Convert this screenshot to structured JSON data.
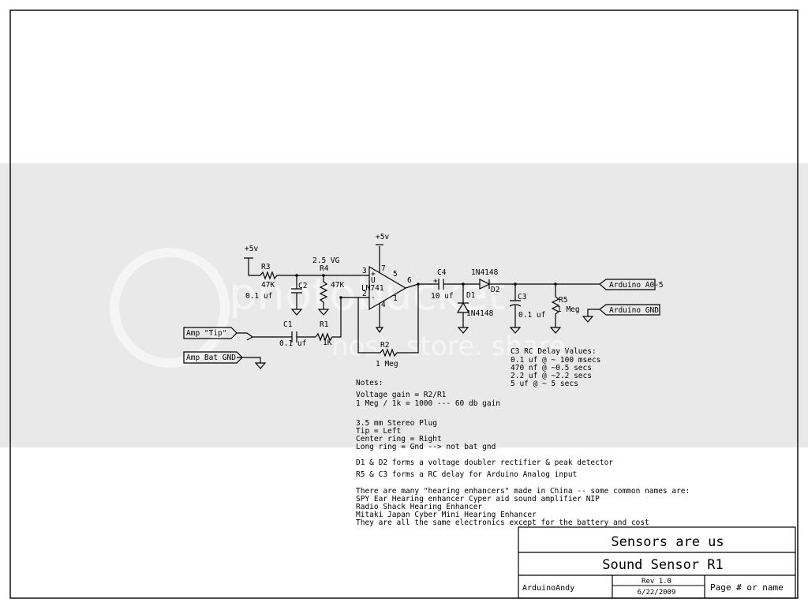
{
  "watermark": {
    "main": "photobucket",
    "sub": "host. store. share."
  },
  "schematic": {
    "vcc_left": "+5v",
    "r3": {
      "ref": "R3",
      "value": "47K"
    },
    "c2": {
      "ref": "C2",
      "value": "0.1 uf"
    },
    "r4": {
      "ref": "R4",
      "value": "47K"
    },
    "vg": "2.5 VG",
    "opamp": {
      "u": "U",
      "part": "LM741",
      "plus": "+",
      "minus": "-",
      "vcc": "+5v",
      "pin3": "3",
      "pin2": "2",
      "pin7": "7",
      "pin4": "4",
      "pin5": "5",
      "pin1": "1",
      "pin6": "6"
    },
    "amp_tip": "Amp \"Tip\"",
    "amp_gnd": "Amp Bat GND",
    "c1": {
      "ref": "C1",
      "value": "0.1 uf"
    },
    "r1": {
      "ref": "R1",
      "value": "1K"
    },
    "r2": {
      "ref": "R2",
      "value": "1 Meg"
    },
    "c4": {
      "ref": "C4",
      "value": "10 uf",
      "plus": "+"
    },
    "d1": {
      "ref": "D1",
      "part": "1N4148"
    },
    "d2": {
      "ref": "D2",
      "part": "1N4148"
    },
    "c3": {
      "ref": "C3",
      "value": "0.1 uf"
    },
    "r5": {
      "ref": "R5",
      "value": "1 Meg"
    },
    "arduino_a0": "Arduino A0-5",
    "arduino_gnd": "Arduino GND"
  },
  "rc_delay": {
    "title": "C3 RC Delay Values:",
    "lines": [
      "0.1 uf @ ~ 100 msecs",
      "470 nf @ ~0.5 secs",
      "2.2 uf @ ~2.2 secs",
      "5 uf @ ~ 5 secs"
    ]
  },
  "notes": {
    "title": "Notes:",
    "gain1": "Voltage gain = R2/R1",
    "gain2": "1 Meg / 1k = 1000   --- 60 db gain",
    "plug1": "3.5 mm Stereo Plug",
    "plug2": "Tip = Left",
    "plug3": "Center ring = Right",
    "plug4": "Long ring = Gnd --> not bat gnd",
    "d1d2": "D1 & D2 forms a voltage doubler rectifier & peak detector",
    "r5c3": "R5 & C3 forms a RC delay for Arduino Analog input",
    "china": [
      "There are many \"hearing enhancers\" made in China -- some common names are:",
      "SPY Ear Hearing enhancer Cyper aid sound amplifier NIP",
      "Radio Shack Hearing Enhancer",
      "Mitaki Japan Cyber Mini Hearing Enhancer",
      "They are all the same electronics except for the battery and cost"
    ]
  },
  "title_block": {
    "company": "Sensors are us",
    "title": "Sound Sensor R1",
    "author": "ArduinoAndy",
    "rev": "Rev 1.0",
    "date": "6/22/2009",
    "page": "Page # or name"
  }
}
